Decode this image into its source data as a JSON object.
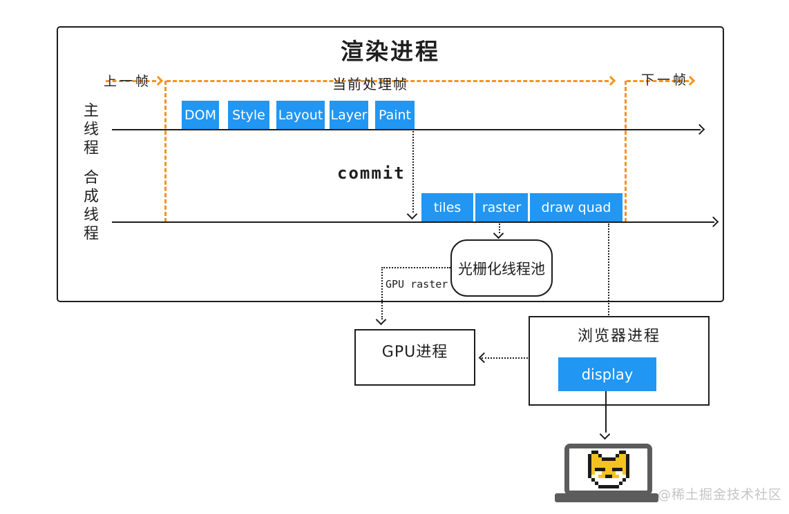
{
  "colors": {
    "accent_blue": "#2196F3",
    "frame_orange": "#F6921E",
    "ink": "#1c1c1c",
    "watermark_gray": "#c5c5c5"
  },
  "render_process": {
    "title": "渲染进程",
    "frame_markers": {
      "prev": "上一帧",
      "current": "当前处理帧",
      "next": "下一帧"
    },
    "main_thread": {
      "label": "主线程",
      "stages": [
        "DOM",
        "Style",
        "Layout",
        "Layer",
        "Paint"
      ]
    },
    "commit_label": "commit",
    "compositor_thread": {
      "label": "合成线程",
      "stages": [
        "tiles",
        "raster",
        "draw quad"
      ]
    },
    "raster_pool_label": "光栅化线程池",
    "gpu_raster_label": "GPU raster"
  },
  "gpu_process": {
    "title": "GPU进程"
  },
  "browser_process": {
    "title": "浏览器进程",
    "display_label": "display"
  },
  "watermark": "@稀土掘金技术社区"
}
